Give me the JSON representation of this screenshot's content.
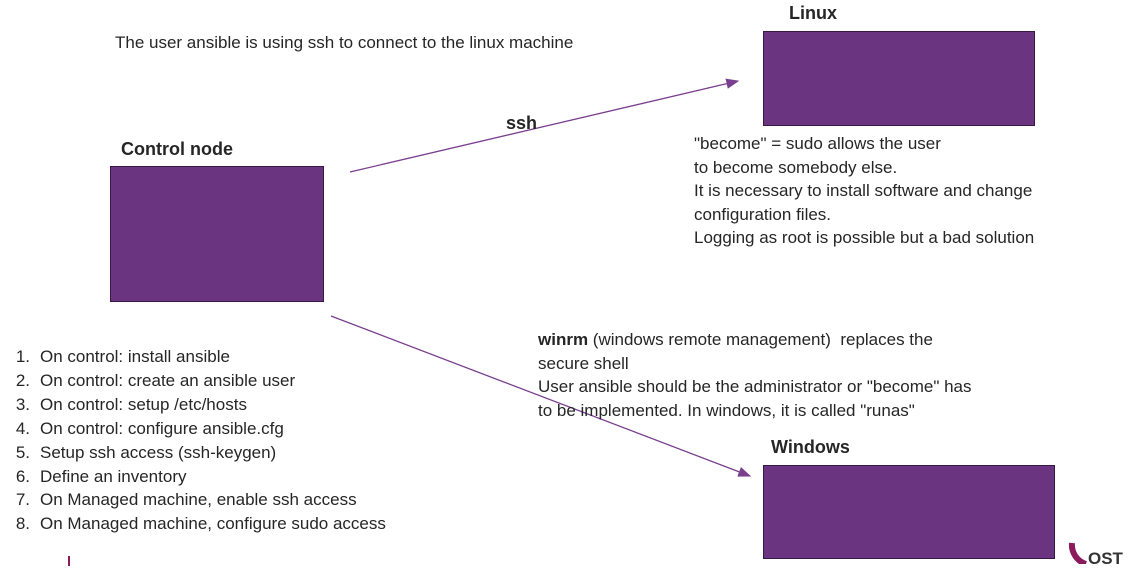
{
  "intro_text": "The user ansible is using ssh to connect to the linux machine",
  "nodes": {
    "linux": {
      "label": "Linux"
    },
    "control": {
      "label": "Control node"
    },
    "windows": {
      "label": "Windows"
    }
  },
  "connections": {
    "ssh_label": "ssh"
  },
  "become_note": [
    "\"become\" = sudo allows the user",
    "to become somebody else.",
    "It is necessary to install software and change",
    "configuration files.",
    "Logging as root is possible but a bad solution"
  ],
  "winrm_note": {
    "keyword": "winrm",
    "line1_rest": " (windows remote management)  replaces the",
    "lines": [
      "secure shell",
      "User ansible should be the administrator or \"become\" has",
      "to be implemented. In windows, it is called \"runas\""
    ]
  },
  "steps": [
    {
      "num": "1.",
      "text": "On control: install ansible"
    },
    {
      "num": "2.",
      "text": "On control: create an ansible user"
    },
    {
      "num": "3.",
      "text": "On control: setup /etc/hosts"
    },
    {
      "num": "4.",
      "text": "On control: configure ansible.cfg"
    },
    {
      "num": "5.",
      "text": "Setup ssh access (ssh-keygen)"
    },
    {
      "num": "6.",
      "text": "Define an inventory"
    },
    {
      "num": "7.",
      "text": "On Managed machine, enable ssh access"
    },
    {
      "num": "8.",
      "text": "On Managed machine, configure sudo access"
    }
  ],
  "logo_text": "OST",
  "colors": {
    "node_fill": "#6b3480",
    "arrow": "#7a3f8f",
    "logo_ring": "#8a1a5c"
  }
}
